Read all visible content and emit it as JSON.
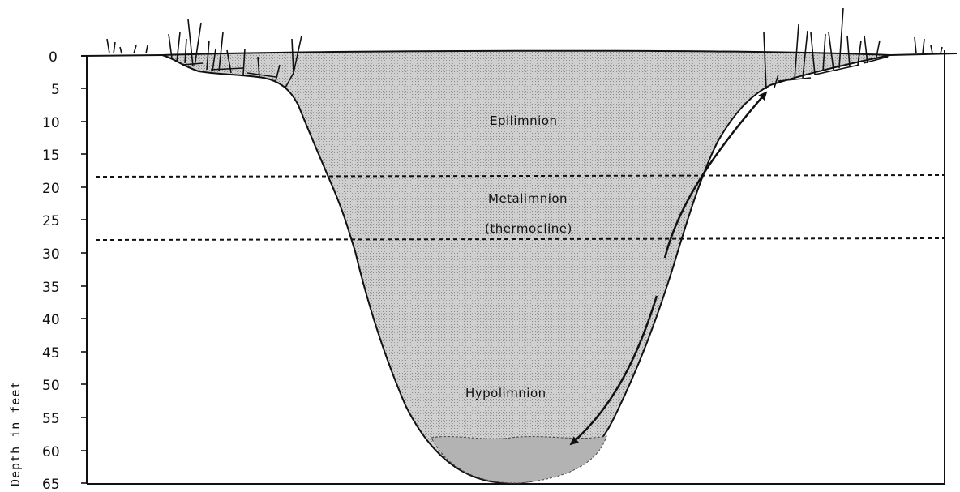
{
  "y_axis": {
    "title": "Depth in feet",
    "ticks": [
      "0",
      "5",
      "10",
      "15",
      "20",
      "25",
      "30",
      "35",
      "40",
      "45",
      "50",
      "55",
      "60",
      "65"
    ]
  },
  "layers": {
    "epilimnion": "Epilimnion",
    "metalimnion": "Metalimnion",
    "thermocline": "(thermocline)",
    "hypolimnion": "Hypolimnion"
  },
  "boundaries_depth_ft": {
    "epi_meta": 18.5,
    "meta_hypo": 28
  },
  "max_depth_ft": 65,
  "colors": {
    "water": "#c9c9c9",
    "ink": "#111111",
    "sediment": "#a8a8a8"
  }
}
